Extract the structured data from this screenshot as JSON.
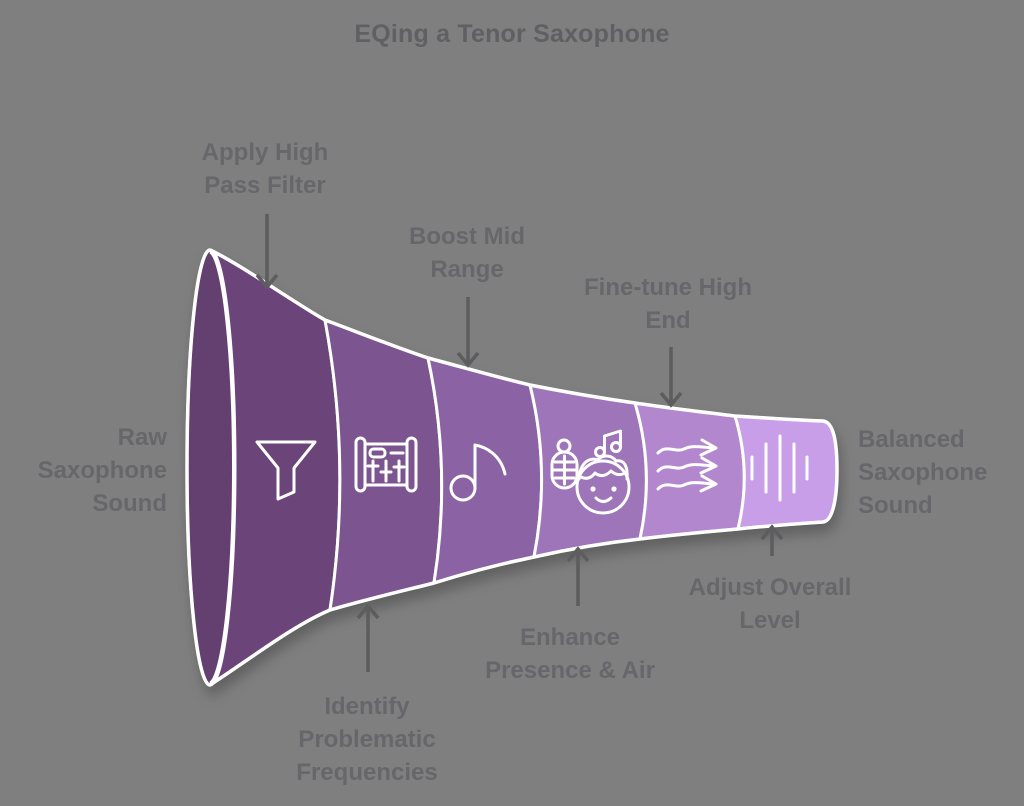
{
  "title": "EQing a Tenor Saxophone",
  "colors": {
    "background": "#7f7f7f",
    "outline": "#ffffff",
    "text": "#67676b",
    "arrow": "#5d5d60",
    "bell_face": "#644070"
  },
  "labels": {
    "input": "Raw\nSaxophone\nSound",
    "output": "Balanced\nSaxophone\nSound"
  },
  "steps": [
    {
      "label": "Apply High\nPass Filter",
      "icon": "funnel-icon",
      "color": "#6b4479",
      "label_position": "top"
    },
    {
      "label": "Identify\nProblematic\nFrequencies",
      "icon": "mixer-sliders-icon",
      "color": "#7c5590",
      "label_position": "bottom"
    },
    {
      "label": "Boost Mid\nRange",
      "icon": "music-note-icon",
      "color": "#8b63a4",
      "label_position": "top"
    },
    {
      "label": "Enhance\nPresence & Air",
      "icon": "microphone-singer-icon",
      "color": "#9d75b8",
      "label_position": "bottom"
    },
    {
      "label": "Fine-tune High\nEnd",
      "icon": "airflow-waves-icon",
      "color": "#b287ce",
      "label_position": "top"
    },
    {
      "label": "Adjust Overall\nLevel",
      "icon": "level-bars-icon",
      "color": "#c99ee8",
      "label_position": "bottom"
    }
  ]
}
